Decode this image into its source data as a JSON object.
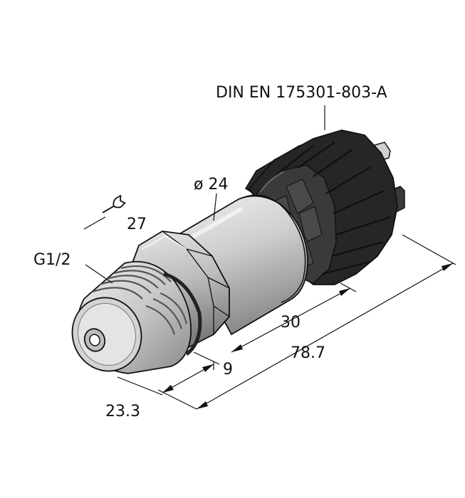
{
  "labels": {
    "connector_standard": "DIN EN 175301-803-A",
    "body_diameter": "ø 24",
    "wrench_size": "27",
    "thread": "G1/2",
    "dim_connector_to_body": "30",
    "dim_total_length": "78.7",
    "dim_thread_length": "9",
    "dim_thread_to_hex": "23.3"
  },
  "colors": {
    "steel_light": "#d9d9d9",
    "steel_mid": "#b5b5b5",
    "steel_dark": "#7a7a7a",
    "connector_black": "#2a2a2a",
    "connector_dark": "#151515",
    "outline": "#111111"
  },
  "icons": {
    "wrench": "wrench-icon"
  }
}
